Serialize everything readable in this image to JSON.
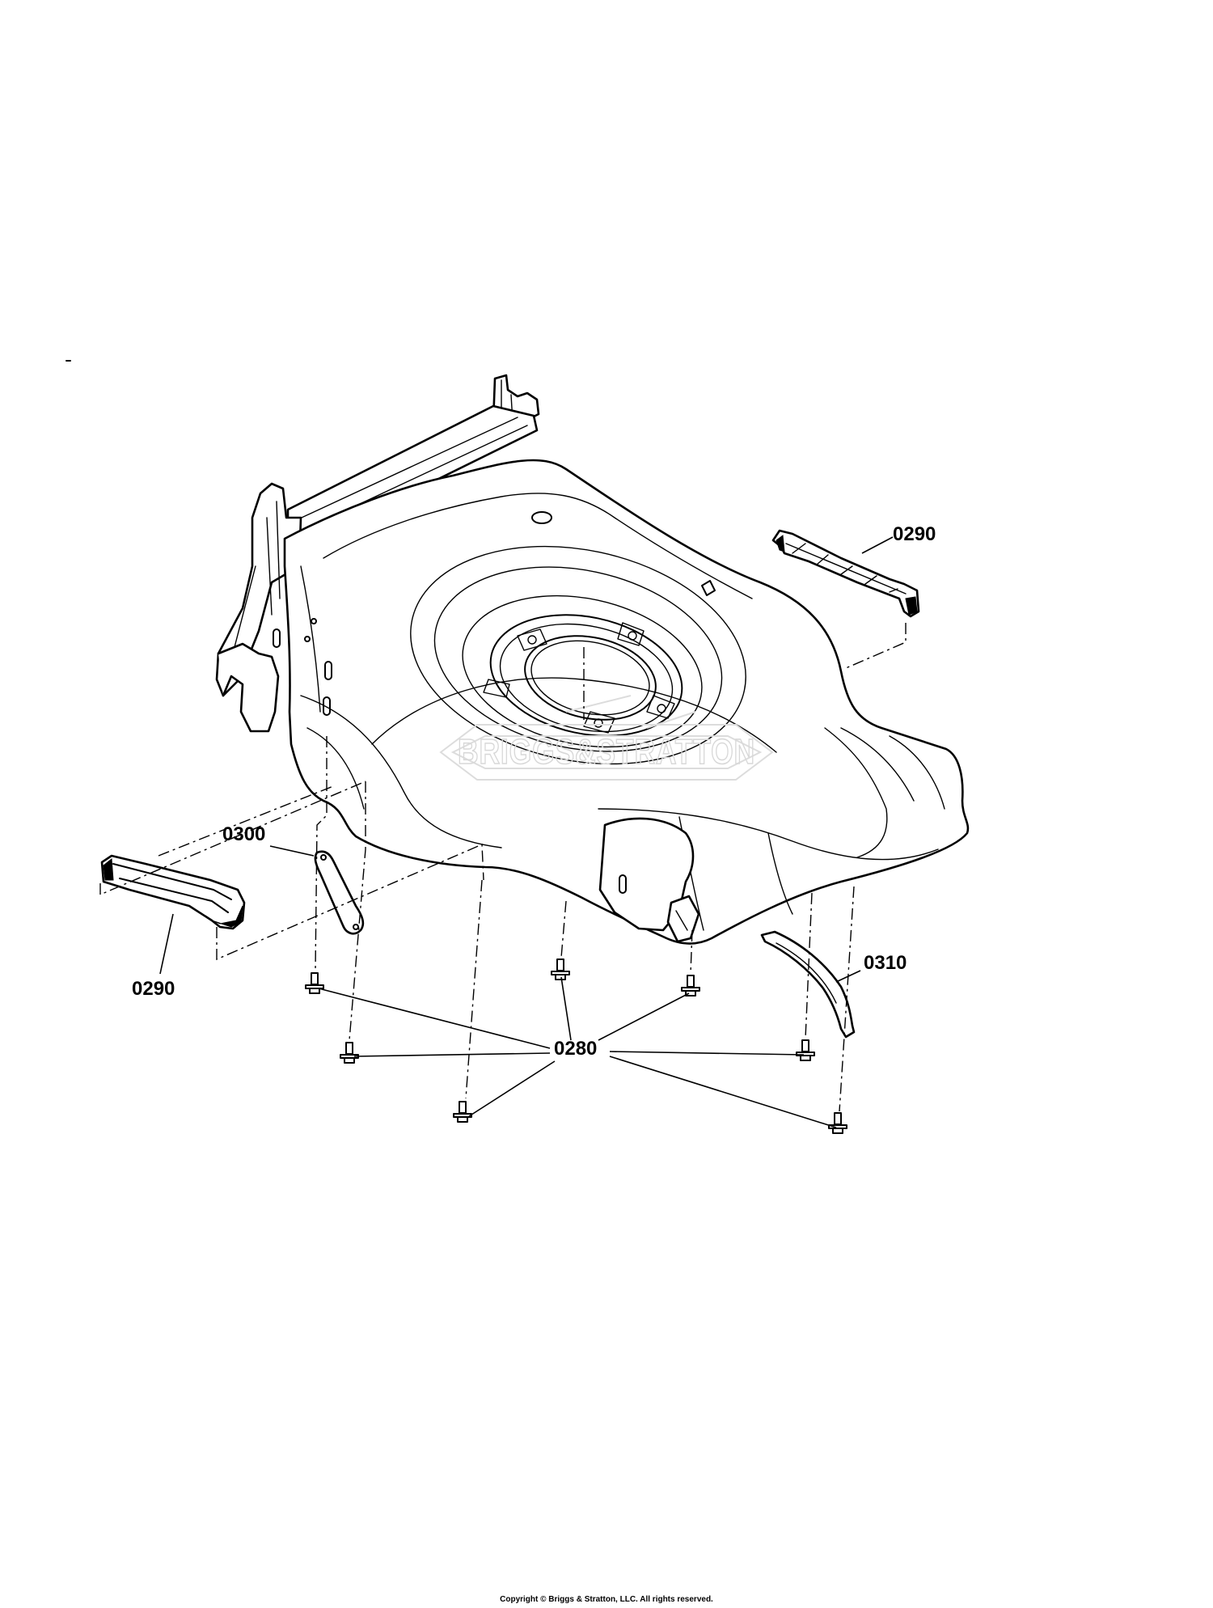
{
  "watermark": {
    "brand": "BRIGGS&STRATTON"
  },
  "callouts": {
    "c1": "0290",
    "c2": "0290",
    "c3": "0300",
    "c4": "0310",
    "c5": "0280"
  },
  "footer": {
    "copyright": "Copyright © Briggs & Stratton, LLC. All rights reserved."
  },
  "colors": {
    "line": "#000000",
    "watermark": "#d8d8d8",
    "background": "#ffffff"
  }
}
